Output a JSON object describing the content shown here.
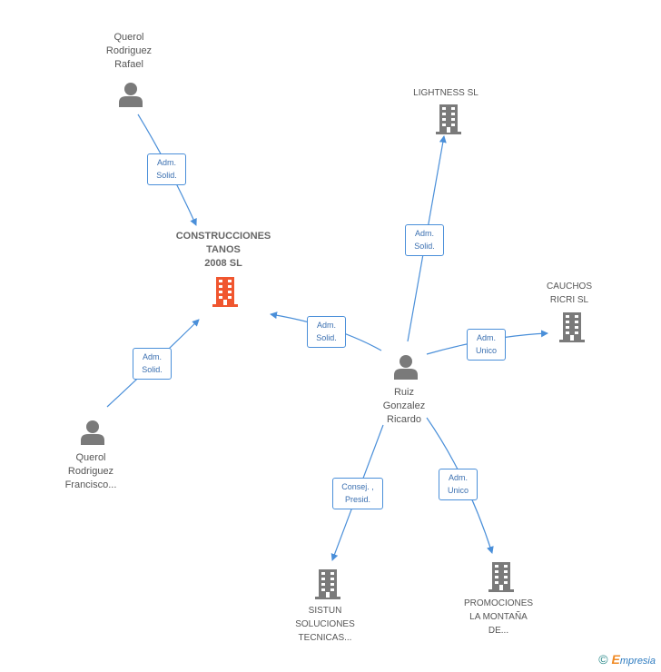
{
  "colors": {
    "edge": "#4a8fd9",
    "person": "#7a7a7a",
    "company": "#7a7a7a",
    "main_company": "#f0562f"
  },
  "nodes": {
    "querol_rafael": {
      "lines": [
        "Querol",
        "Rodriguez",
        "Rafael"
      ],
      "icon": "person-icon"
    },
    "construcciones": {
      "lines": [
        "CONSTRUCCIONES",
        "TANOS",
        "2008 SL"
      ],
      "icon": "building-icon"
    },
    "querol_francisco": {
      "lines": [
        "Querol",
        "Rodriguez",
        "Francisco..."
      ],
      "icon": "person-icon"
    },
    "lightness": {
      "lines": [
        "LIGHTNESS SL"
      ],
      "icon": "building-icon"
    },
    "cauchos": {
      "lines": [
        "CAUCHOS",
        "RICRI SL"
      ],
      "icon": "building-icon"
    },
    "ruiz": {
      "lines": [
        "Ruiz",
        "Gonzalez",
        "Ricardo"
      ],
      "icon": "person-icon"
    },
    "sistun": {
      "lines": [
        "SISTUN",
        "SOLUCIONES",
        "TECNICAS..."
      ],
      "icon": "building-icon"
    },
    "promociones": {
      "lines": [
        "PROMOCIONES",
        "LA MONTAÑA",
        "DE..."
      ],
      "icon": "building-icon"
    }
  },
  "edges": {
    "rafael_to_construcciones": [
      "Adm.",
      "Solid."
    ],
    "francisco_to_construcciones": [
      "Adm.",
      "Solid."
    ],
    "ruiz_to_construcciones": [
      "Adm.",
      "Solid."
    ],
    "ruiz_to_lightness": [
      "Adm.",
      "Solid."
    ],
    "ruiz_to_cauchos": [
      "Adm.",
      "Unico"
    ],
    "ruiz_to_sistun": [
      "Consej. ,",
      "Presid."
    ],
    "ruiz_to_promociones": [
      "Adm.",
      "Unico"
    ]
  },
  "footer": {
    "copyright": "©",
    "brand_initial": "E",
    "brand_rest": "mpresia"
  }
}
